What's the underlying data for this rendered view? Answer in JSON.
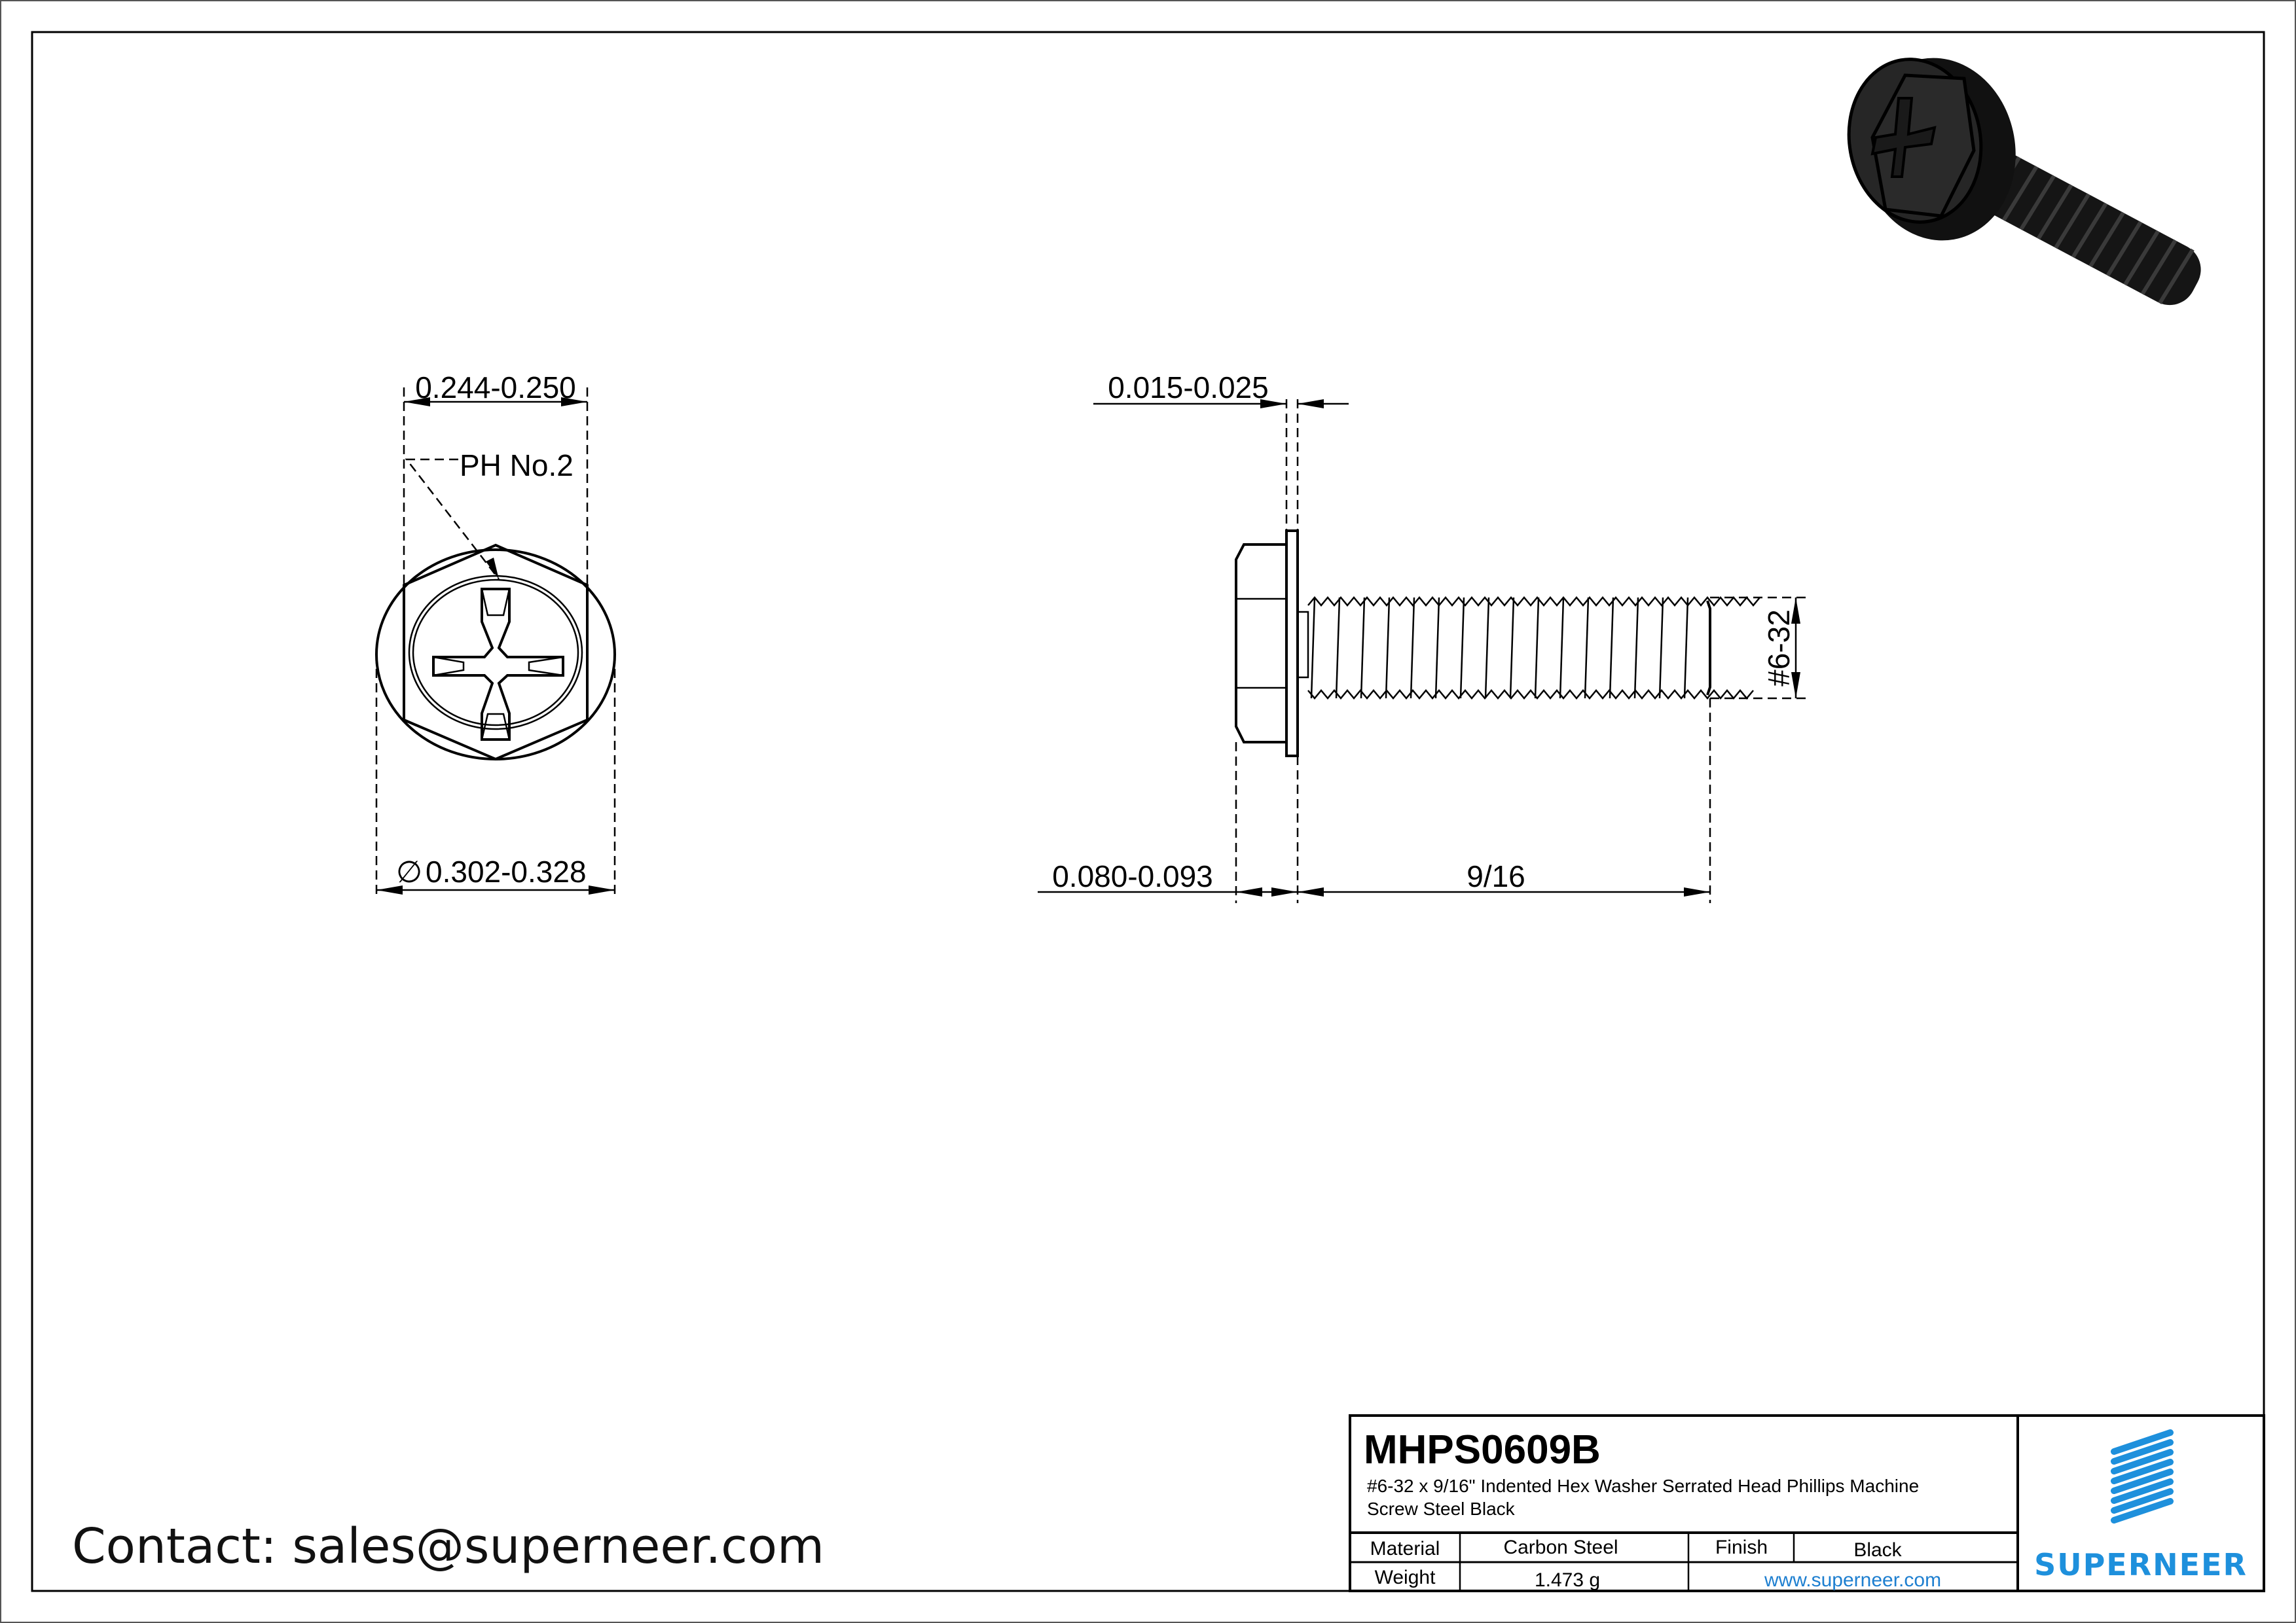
{
  "drawing": {
    "part_number": "MHPS0609B",
    "description_line1": "#6-32 x 9/16\" Indented Hex Washer Serrated Head Phillips Machine",
    "description_line2": "Screw Steel Black",
    "material_label": "Material",
    "material_value": "Carbon Steel",
    "finish_label": "Finish",
    "finish_value": "Black",
    "weight_label": "Weight",
    "weight_value": "1.473 g",
    "website": "www.superneer.com",
    "brand": "SUPERNEER",
    "brand_color": "#1e90dc",
    "contact": "Contact: sales@superneer.com"
  },
  "front_view": {
    "hex_width": "0.244-0.250",
    "drive": "PH No.2",
    "washer_diameter_symbol": "∅",
    "washer_diameter": "0.302-0.328"
  },
  "side_view": {
    "washer_thickness": "0.015-0.025",
    "head_height": "0.080-0.093",
    "length": "9/16",
    "thread": "#6-32"
  },
  "icons": {
    "logo": "superneer-stripes-logo",
    "render": "screw-3d-render-icon"
  }
}
